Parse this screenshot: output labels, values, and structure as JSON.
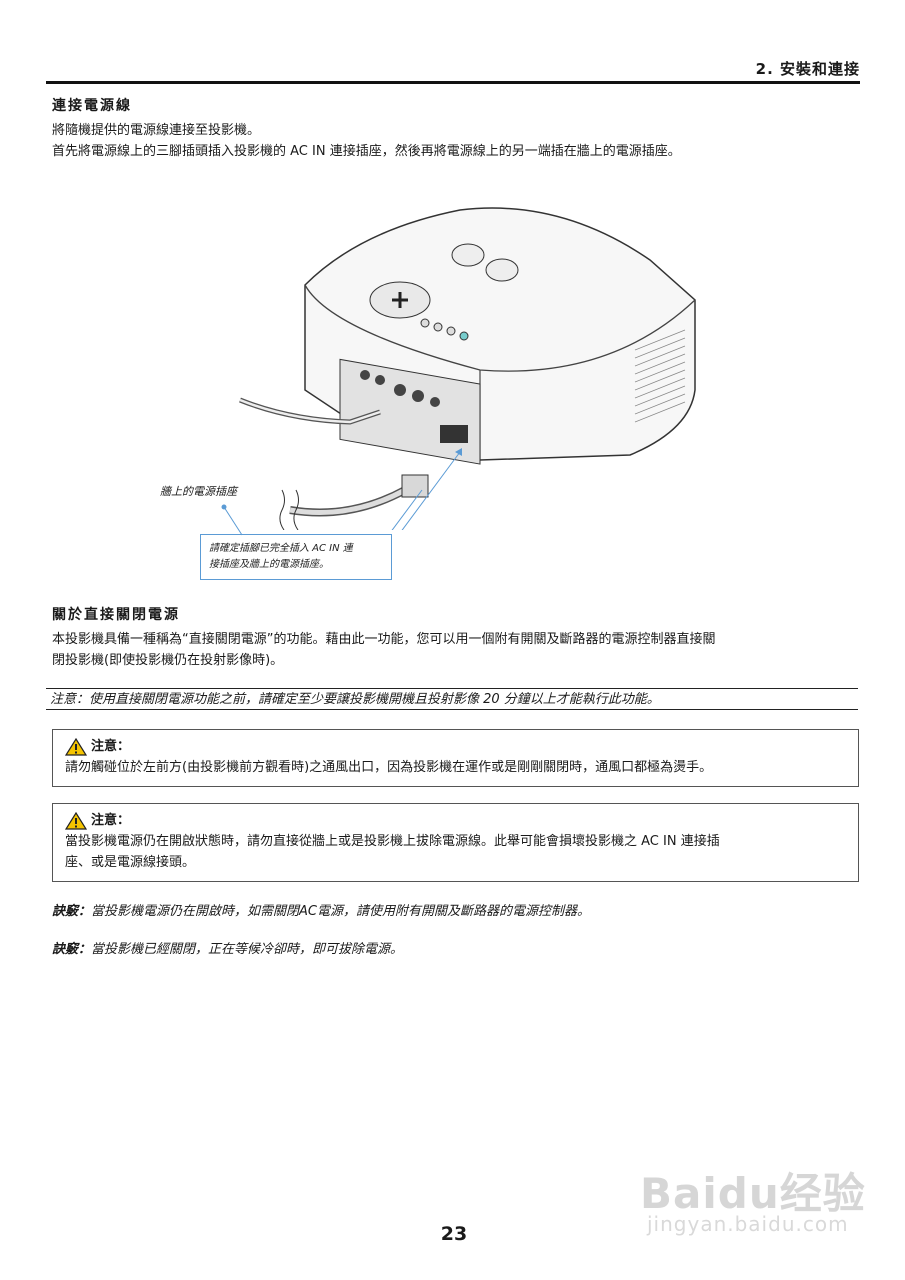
{
  "header": {
    "section": "2. 安裝和連接"
  },
  "section1": {
    "heading": "連接電源線",
    "line1": "將隨機提供的電源線連接至投影機。",
    "line2": "首先將電源線上的三腳插頭插入投影機的 AC IN 連接插座，然後再將電源線上的另一端插在牆上的電源插座。"
  },
  "figure": {
    "wall_label": "牆上的電源插座",
    "callout_line1": "請確定插腳已完全插入 AC IN 連",
    "callout_line2": "接插座及牆上的電源插座。"
  },
  "section2": {
    "heading": "關於直接關閉電源",
    "line1": "本投影機具備一種稱為“直接關閉電源”的功能。藉由此一功能，您可以用一個附有開關及斷路器的電源控制器直接關",
    "line2": "閉投影機(即使投影機仍在投射影像時)。"
  },
  "note": {
    "text": "注意：使用直接關閉電源功能之前，請確定至少要讓投影機開機且投射影像 20 分鐘以上才能執行此功能。"
  },
  "caution1": {
    "title": "注意：",
    "text": "請勿觸碰位於左前方(由投影機前方觀看時)之通風出口，因為投影機在運作或是剛剛關閉時，通風口都極為燙手。"
  },
  "caution2": {
    "title": "注意：",
    "line1": "當投影機電源仍在開啟狀態時，請勿直接從牆上或是投影機上拔除電源線。此舉可能會損壞投影機之 AC IN 連接插",
    "line2": "座、或是電源線接頭。"
  },
  "tip1": {
    "label": "訣竅：",
    "text": "當投影機電源仍在開啟時，如需關閉AC電源，請使用附有開關及斷路器的電源控制器。"
  },
  "tip2": {
    "label": "訣竅：",
    "text": "當投影機已經關閉，正在等候冷卻時，即可拔除電源。"
  },
  "page_number": "23",
  "watermark": {
    "brand": "Baidu经验",
    "url": "jingyan.baidu.com"
  },
  "colors": {
    "callout_border": "#5b9bd5",
    "warning_yellow": "#f5c400"
  }
}
